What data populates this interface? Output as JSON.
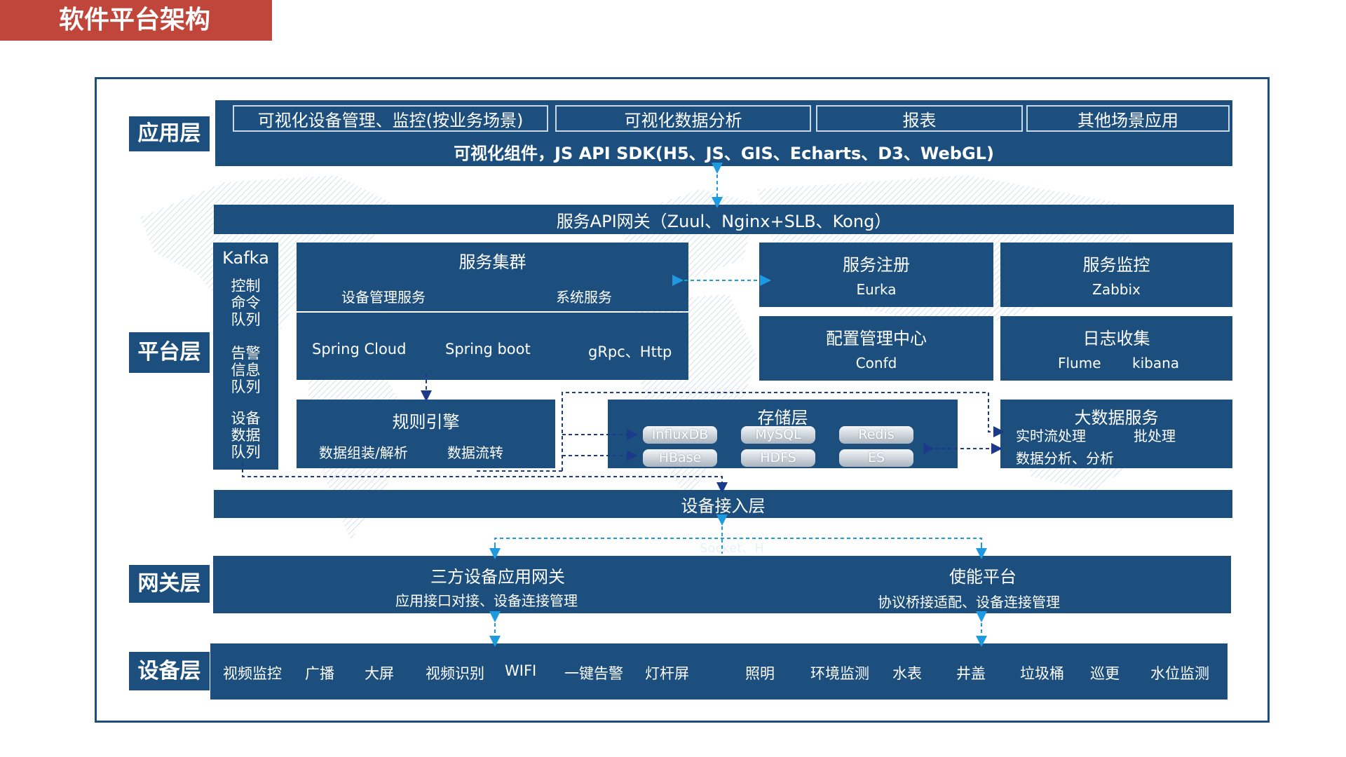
{
  "page": {
    "title": "软件平台架构"
  },
  "layers": {
    "app": "应用层",
    "platform": "平台层",
    "gateway": "网关层",
    "device": "设备层"
  },
  "app_layer": {
    "tabs": [
      "可视化设备管理、监控(按业务场景)",
      "可视化数据分析",
      "报表",
      "其他场景应用"
    ],
    "sdk": "可视化组件，JS API SDK(H5、JS、GIS、Echarts、D3、WebGL)"
  },
  "api_gateway": "服务API网关（Zuul、Nginx+SLB、Kong）",
  "kafka": {
    "title": "Kafka",
    "queues": [
      "控制\n命令\n队列",
      "告警\n信息\n队列",
      "设备\n数据\n队列"
    ]
  },
  "service_cluster": {
    "title": "服务集群",
    "items": [
      "设备管理服务",
      "系统服务"
    ],
    "tech": [
      "Spring Cloud",
      "Spring boot",
      "gRpc、Http"
    ]
  },
  "service_registry": {
    "title": "服务注册",
    "sub": "Eurka"
  },
  "service_monitor": {
    "title": "服务监控",
    "sub": "Zabbix"
  },
  "config_center": {
    "title": "配置管理中心",
    "sub": "Confd"
  },
  "log_collect": {
    "title": "日志收集",
    "items": [
      "Flume",
      "kibana"
    ]
  },
  "rule_engine": {
    "title": "规则引擎",
    "items": [
      "数据组装/解析",
      "数据流转"
    ]
  },
  "storage": {
    "title": "存储层",
    "dbs": [
      "InfluxDB",
      "MySQL",
      "Redis",
      "HBase",
      "HDFS",
      "ES"
    ]
  },
  "big_data": {
    "title": "大数据服务",
    "items": [
      "实时流处理",
      "批处理",
      "数据分析、分析"
    ]
  },
  "device_access": {
    "title": "设备接入层",
    "hint": "Socket、H"
  },
  "third_party_gw": {
    "title": "三方设备应用网关",
    "sub": "应用接口对接、设备连接管理"
  },
  "enable_platform": {
    "title": "使能平台",
    "sub": "协议桥接适配、设备连接管理"
  },
  "devices": [
    "视频监控",
    "广播",
    "大屏",
    "视频识别",
    "WIFI",
    "一键告警",
    "灯杆屏",
    "照明",
    "环境监测",
    "水表",
    "井盖",
    "垃圾桶",
    "巡更",
    "水位监测"
  ],
  "colors": {
    "primary": "#1c4f7d",
    "title_bar": "#c0463c",
    "arrow": "#1e9be0",
    "dash": "#1c3a8a"
  }
}
